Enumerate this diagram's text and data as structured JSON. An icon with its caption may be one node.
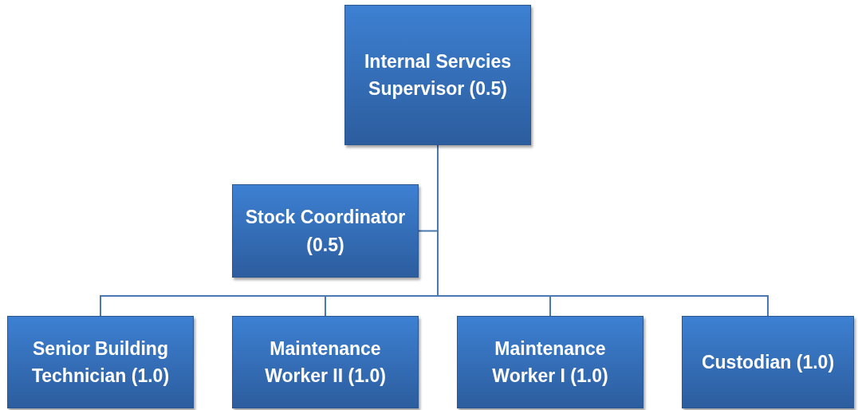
{
  "diagram": {
    "nodes": [
      {
        "text": [
          "Internal Servcies Supervisor (0.5)"
        ]
      },
      {
        "text": [
          "Stock Coordinator (0.5)"
        ]
      },
      {
        "text": [
          "Senior Building Technician (1.0)"
        ]
      },
      {
        "text": [
          "Maintenance Worker II (1.0)"
        ]
      },
      {
        "text": [
          "Maintenance Worker I (1.0)"
        ]
      },
      {
        "text": [
          "Custodian (1.0)"
        ]
      }
    ],
    "edges": [
      {
        "from": 0,
        "to": 1,
        "arrow": "none"
      },
      {
        "from": 0,
        "to": 2,
        "arrow": "none"
      },
      {
        "from": 0,
        "to": 3,
        "arrow": "none"
      },
      {
        "from": 0,
        "to": 4,
        "arrow": "none"
      },
      {
        "from": 0,
        "to": 5,
        "arrow": "none"
      }
    ]
  }
}
